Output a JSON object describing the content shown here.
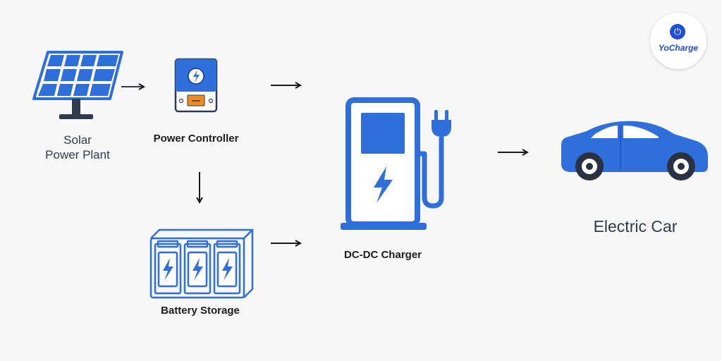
{
  "nodes": {
    "solar": {
      "label": "Solar\nPower Plant"
    },
    "controller": {
      "label": "Power Controller"
    },
    "battery": {
      "label": "Battery Storage"
    },
    "charger": {
      "label": "DC-DC Charger"
    },
    "car": {
      "label": "Electric Car"
    }
  },
  "logo": {
    "text": "YoCharge",
    "icon": "plug-icon"
  },
  "colors": {
    "primary_blue": "#2f6fdc",
    "dark_blue": "#1f4fd6",
    "accent_orange": "#f08a24",
    "arrow": "#1a1a1a",
    "text": "#2f3b4f"
  }
}
